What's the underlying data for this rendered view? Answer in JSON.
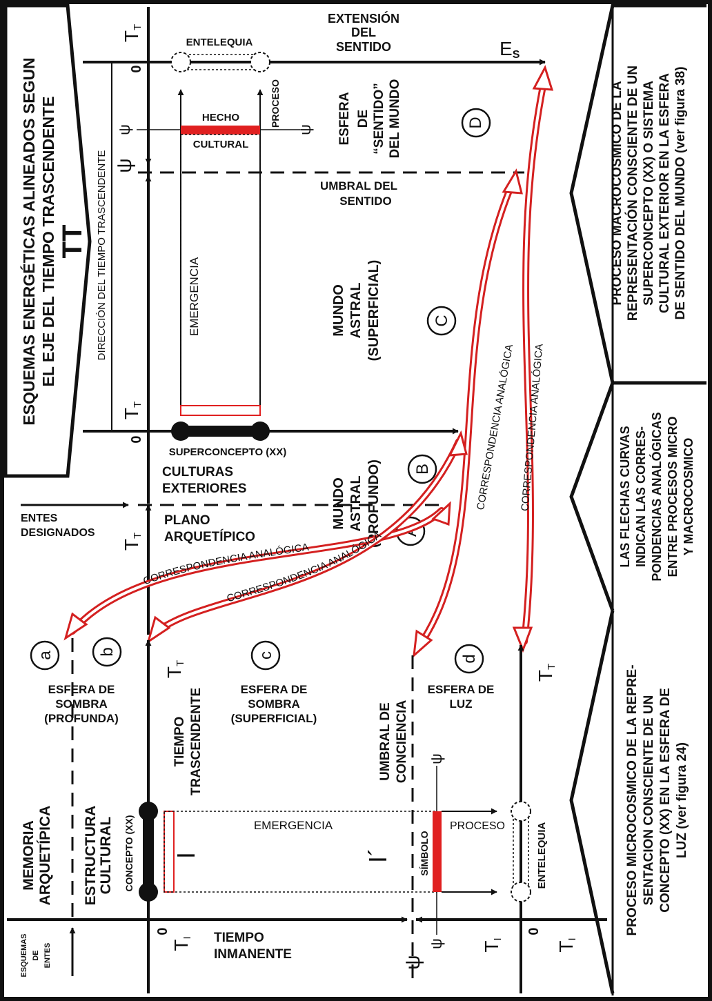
{
  "left_panel": {
    "title_line1": "ESQUEMAS ENERGÉTICAS ALINEADOS SEGUN",
    "title_line2": "EL EJE DEL TIEMPO TRASCENDENTE",
    "title_symbol": "TT"
  },
  "right_panels": [
    {
      "lines": [
        "PROCESO MACROCOSMICO DE LA",
        "REPRESENTACIÓN CONSCIENTE DE UN",
        "SUPERCONCEPTO (XX) O SISTEMA",
        "CULTURAL EXTERIOR EN LA ESFERA",
        "DE SENTIDO DEL MUNDO (ver figura 38)"
      ]
    },
    {
      "lines": [
        "LAS FLECHAS CURVAS",
        "INDICAN LAS CORRES-",
        "PONDENCIAS ANALÓGICAS",
        "ENTRE PROCESOS MICRO",
        "Y MACROCOSMICO"
      ]
    },
    {
      "lines": [
        "PROCESO MICROCOSMICO DE LA REPRE-",
        "SENTACION CONSCIENTE DE UN",
        "CONCEPTO (XX) EN LA ESFERA DE",
        "LUZ (ver figura 24)"
      ]
    }
  ],
  "upper": {
    "extension_del_sentido": [
      "EXTENSIÓN",
      "DEL",
      "SENTIDO"
    ],
    "es_label": "E",
    "es_sub": "S",
    "entelequia": "ENTELEQUIA",
    "proceso": "PROCESO",
    "hecho": "HECHO",
    "cultural": "CULTURAL",
    "esfera_sentido": [
      "ESFERA",
      "DE",
      "“SENTIDO”",
      "DEL MUNDO"
    ],
    "letter_d": "D",
    "umbral_sentido": [
      "UMBRAL DEL",
      "SENTIDO"
    ],
    "emergencia": "EMERGENCIA",
    "mundo_astral_sup": [
      "MUNDO",
      "ASTRAL",
      "(SUPERFICIAL)"
    ],
    "letter_c": "C",
    "direccion": "DIRECCIÓN DEL TIEMPO TRASCENDENTE",
    "superconcepto": "SUPERCONCEPTO (XX)",
    "culturas_exteriores": [
      "CULTURAS",
      "EXTERIORES"
    ],
    "letter_b": "B",
    "mundo_astral_prof": [
      "MUNDO",
      "ASTRAL",
      "(PROFUNDO)"
    ],
    "letter_a": "A",
    "entes_designados": [
      "ENTES",
      "DESIGNADOS"
    ],
    "plano_arquetipico": [
      "PLANO",
      "ARQUETÍPICO"
    ],
    "correspondencia": "CORRESPONDENCIA ANALÓGICA",
    "t_symbol": "T",
    "t_sub": "T",
    "zero": "0",
    "psi": "ψ"
  },
  "lower": {
    "letters": [
      "a",
      "b",
      "c",
      "d"
    ],
    "esfera_sombra_prof": [
      "ESFERA DE",
      "SOMBRA",
      "(PROFUNDA)"
    ],
    "esfera_sombra_sup": [
      "ESFERA DE",
      "SOMBRA",
      "(SUPERFICIAL)"
    ],
    "esfera_luz": [
      "ESFERA DE",
      "LUZ"
    ],
    "tiempo_trascendente": [
      "TIEMPO",
      "TRASCENDENTE"
    ],
    "umbral_conciencia": [
      "UMBRAL DE",
      "CONCIENCIA"
    ],
    "memoria": [
      "MEMORIA",
      "ARQUETÍPICA"
    ],
    "estructura": [
      "ESTRUCTURA",
      "CULTURAL"
    ],
    "concepto": "CONCEPTO (XX)",
    "emergencia": "EMERGENCIA",
    "roman_i": "I",
    "roman_i_prime": "I´",
    "simbolo": "SÍMBOLO",
    "proceso": "PROCESO",
    "entelequia": "ENTELEQUIA",
    "tiempo_inmanente": [
      "TIEMPO",
      "INMANENTE"
    ],
    "esquemas_de_entes": [
      "ESQUEMAS",
      "DE",
      "ENTES"
    ],
    "ti_symbol": "T",
    "ti_sub": "I"
  }
}
